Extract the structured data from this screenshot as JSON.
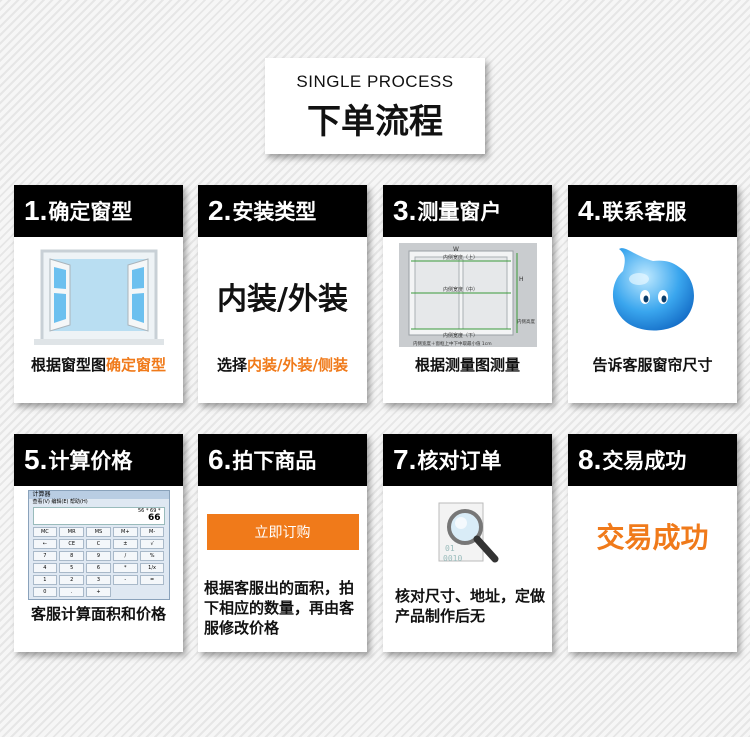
{
  "title": {
    "en": "SINGLE PROCESS",
    "cn": "下单流程"
  },
  "cards": [
    {
      "num": "1.",
      "label": "确定窗型",
      "caption_a": "根据窗型图",
      "caption_b": "确定窗型"
    },
    {
      "num": "2.",
      "label": "安装类型",
      "center_text": "内装/外装",
      "caption_a": "选择",
      "caption_b": "内装/外装/侧装"
    },
    {
      "num": "3.",
      "label": "测量窗户",
      "caption": "根据测量图测量",
      "diagram": {
        "top": "内侧宽度（上）",
        "mid": "内侧宽度（中）",
        "low": "内侧宽度（下）",
        "w": "W",
        "h": "H",
        "side": "内侧高度",
        "bottom": "内侧宽度＋窗框上中下中取最小值 1cm"
      }
    },
    {
      "num": "4.",
      "label": "联系客服",
      "caption": "告诉客服窗帘尺寸"
    },
    {
      "num": "5.",
      "label": "计算价格",
      "caption": "客服计算面积和价格",
      "calc": {
        "title": "计算器",
        "menu": "查看(V)  编辑(E)  帮助(H)",
        "expr": "56 * 69 *",
        "display": "66",
        "keys": [
          "MC",
          "MR",
          "MS",
          "M+",
          "M-",
          "←",
          "CE",
          "C",
          "±",
          "√",
          "7",
          "8",
          "9",
          "/",
          "%",
          "4",
          "5",
          "6",
          "*",
          "1/x",
          "1",
          "2",
          "3",
          "-",
          "=",
          "0",
          ".",
          "+"
        ]
      }
    },
    {
      "num": "6.",
      "label": "拍下商品",
      "button": "立即订购",
      "caption": "根据客服出的面积，拍下相应的数量，再由客服修改价格"
    },
    {
      "num": "7.",
      "label": "核对订单",
      "caption": "核对尺寸、地址，定做产品制作后无",
      "doc_digits": [
        "01",
        "0010"
      ]
    },
    {
      "num": "8.",
      "label": "交易成功",
      "center_text": "交易成功"
    }
  ],
  "colors": {
    "accent": "#f07a1a",
    "header": "#000000"
  }
}
